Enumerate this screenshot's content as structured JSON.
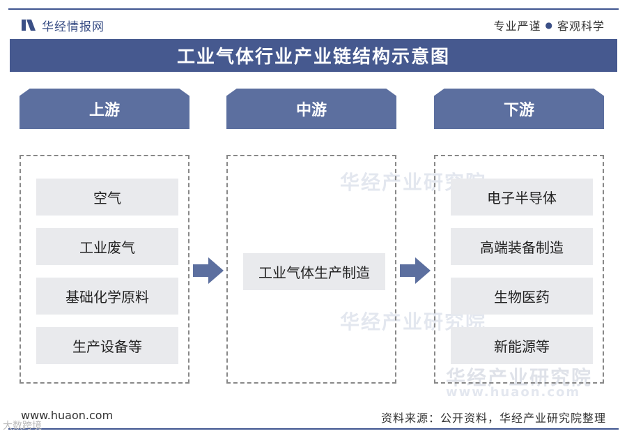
{
  "header": {
    "brand_name": "华经情报网",
    "slogan_left": "专业严谨",
    "slogan_separator": "●",
    "slogan_right": "客观科学"
  },
  "title": "工业气体行业产业链结构示意图",
  "stages": [
    {
      "label": "上游",
      "items": [
        "空气",
        "工业废气",
        "基础化学原料",
        "生产设备等"
      ]
    },
    {
      "label": "中游",
      "items": [
        "工业气体生产制造"
      ]
    },
    {
      "label": "下游",
      "items": [
        "电子半导体",
        "高端装备制造",
        "生物医药",
        "新能源等"
      ]
    }
  ],
  "watermark": {
    "text": "华经产业研究院",
    "url": "www.huaon.com"
  },
  "footer": {
    "url": "www.huaon.com",
    "source": "资料来源：公开资料，华经产业研究院整理"
  },
  "corner_mark": "大数跨境",
  "colors": {
    "primary": "#46598f",
    "stage_head": "#5c6f9f",
    "item_bg": "#e9eaed",
    "arrow": "#5c6f9f"
  }
}
